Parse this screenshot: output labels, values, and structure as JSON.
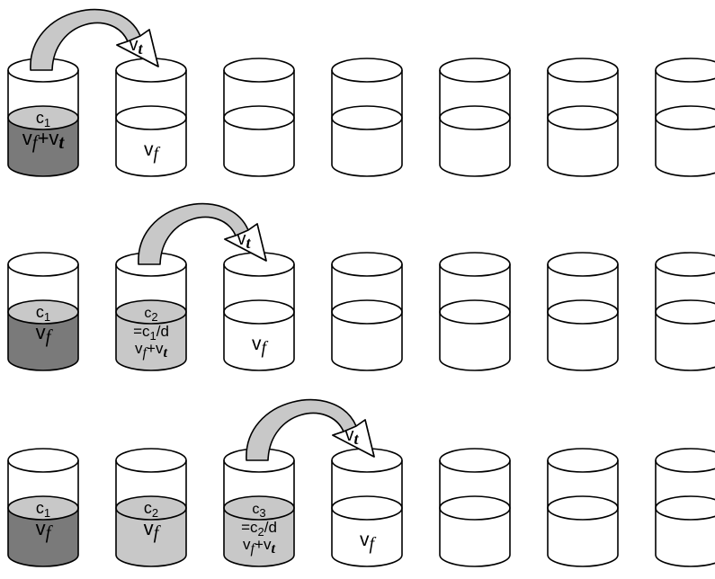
{
  "colors": {
    "dark_fill": "#7a7a7a",
    "light_fill": "#c8c8c8",
    "arrow_fill": "#c8c8c8",
    "stroke": "#000000",
    "background": "#ffffff"
  },
  "rows": [
    {
      "arrow": {
        "label_v": "v",
        "label_sub": "t"
      },
      "cups": [
        {
          "fill": "dark",
          "lines": [
            [
              "c",
              "1"
            ],
            [
              "v",
              "f",
              "+v",
              "t"
            ]
          ]
        },
        {
          "fill": "none",
          "lines": [
            [
              "v",
              "f"
            ]
          ]
        },
        {
          "fill": "none",
          "lines": []
        },
        {
          "fill": "none",
          "lines": []
        },
        {
          "fill": "none",
          "lines": []
        },
        {
          "fill": "none",
          "lines": []
        },
        {
          "fill": "none",
          "lines": []
        }
      ]
    },
    {
      "arrow": {
        "label_v": "v",
        "label_sub": "t"
      },
      "cups": [
        {
          "fill": "dark",
          "lines": [
            [
              "c",
              "1"
            ],
            [
              "v",
              "f"
            ]
          ]
        },
        {
          "fill": "light",
          "lines": [
            [
              "c",
              "2"
            ],
            [
              "=c",
              "1",
              "/d"
            ],
            [
              "v",
              "f",
              "+v",
              "t"
            ]
          ]
        },
        {
          "fill": "none",
          "lines": [
            [
              "v",
              "f"
            ]
          ]
        },
        {
          "fill": "none",
          "lines": []
        },
        {
          "fill": "none",
          "lines": []
        },
        {
          "fill": "none",
          "lines": []
        },
        {
          "fill": "none",
          "lines": []
        }
      ]
    },
    {
      "arrow": {
        "label_v": "v",
        "label_sub": "t"
      },
      "cups": [
        {
          "fill": "dark",
          "lines": [
            [
              "c",
              "1"
            ],
            [
              "v",
              "f"
            ]
          ]
        },
        {
          "fill": "light",
          "lines": [
            [
              "c",
              "2"
            ],
            [
              "v",
              "f"
            ]
          ]
        },
        {
          "fill": "light",
          "lines": [
            [
              "c",
              "3"
            ],
            [
              "=c",
              "2",
              "/d"
            ],
            [
              "v",
              "f",
              "+v",
              "t"
            ]
          ]
        },
        {
          "fill": "none",
          "lines": [
            [
              "v",
              "f"
            ]
          ]
        },
        {
          "fill": "none",
          "lines": []
        },
        {
          "fill": "none",
          "lines": []
        },
        {
          "fill": "none",
          "lines": []
        }
      ]
    }
  ]
}
